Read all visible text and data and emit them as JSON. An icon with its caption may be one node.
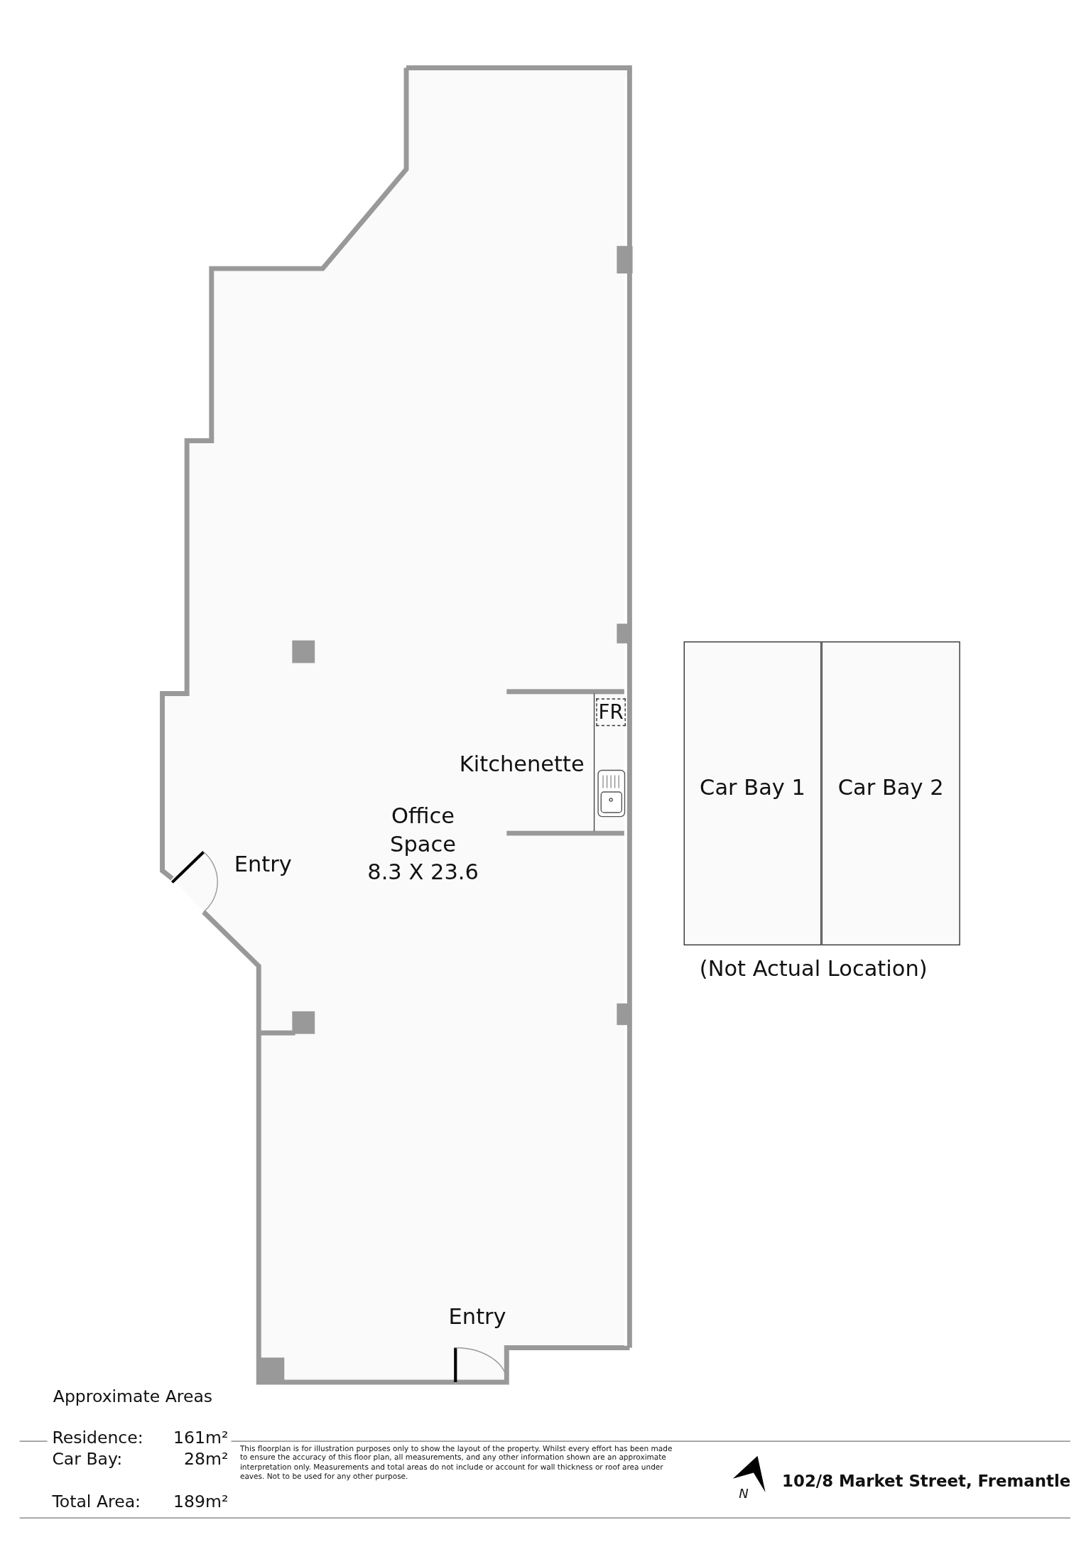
{
  "diagram": {
    "title": "102/8 Market Street, Fremantle",
    "nodes": [
      {
        "text": [
          "Office Space",
          "8.3 X 23.6"
        ]
      },
      {
        "text": [
          "FR"
        ],
        "in": 0
      },
      {
        "text": [
          "Car Bay 1"
        ]
      },
      {
        "text": [
          "Car Bay 2"
        ]
      }
    ],
    "labels": [
      "Kitchenette",
      "Entry",
      "Entry",
      "(Not Actual Location)",
      "Approximate Areas",
      "Residence:",
      "161m²",
      "Car Bay:",
      "28m²",
      "Total Area:",
      "189m²",
      "This floorplan is for illustration purposes only to show the layout of the property. Whilst every effort has been made to ensure the accuracy of this floor plan, all measurements, and any other information shown are an approximate interpretation only. Measurements and total areas do not include or account for wall thickness or roof area under eaves. Not to be used for any other purpose.",
      "N"
    ]
  }
}
